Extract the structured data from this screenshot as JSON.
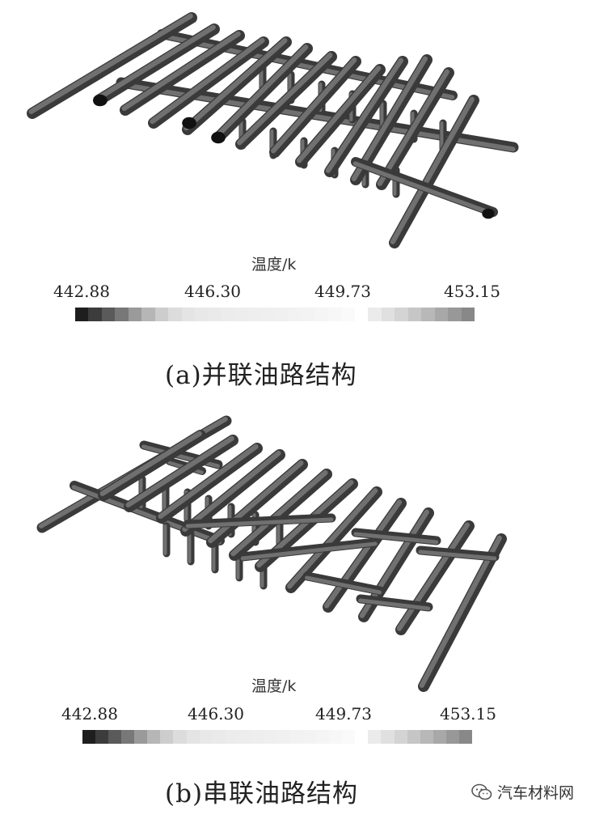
{
  "figures": [
    {
      "id": "a",
      "legend_title": "温度/k",
      "ticks": [
        "442.88",
        "446.30",
        "449.73",
        "453.15"
      ],
      "caption": "(a)并联油路结构"
    },
    {
      "id": "b",
      "legend_title": "温度/k",
      "ticks": [
        "442.88",
        "446.30",
        "449.73",
        "453.15"
      ],
      "caption": "(b)串联油路结构"
    }
  ],
  "colorbar": {
    "colors": [
      "#1e1e1e",
      "#3c3c3c",
      "#5a5a5a",
      "#787878",
      "#9a9a9a",
      "#b6b6b6",
      "#cdcdcd",
      "#dcdcdc",
      "#e4e4e4",
      "#e8e8e8",
      "#eaeaea",
      "#ececec",
      "#ededed",
      "#eeeeee",
      "#efefef",
      "#f0f0f0",
      "#f2f2f2",
      "#f3f3f3",
      "#f5f5f5",
      "#f7f7f7",
      "#fafafa",
      "#ffffff",
      "#ebebeb",
      "#e0e0e0",
      "#d4d4d4",
      "#c6c6c6",
      "#b8b8b8",
      "#a8a8a8",
      "#989898",
      "#888888"
    ]
  },
  "watermark": {
    "text": "汽车材料网",
    "icon": "wechat-icon"
  }
}
